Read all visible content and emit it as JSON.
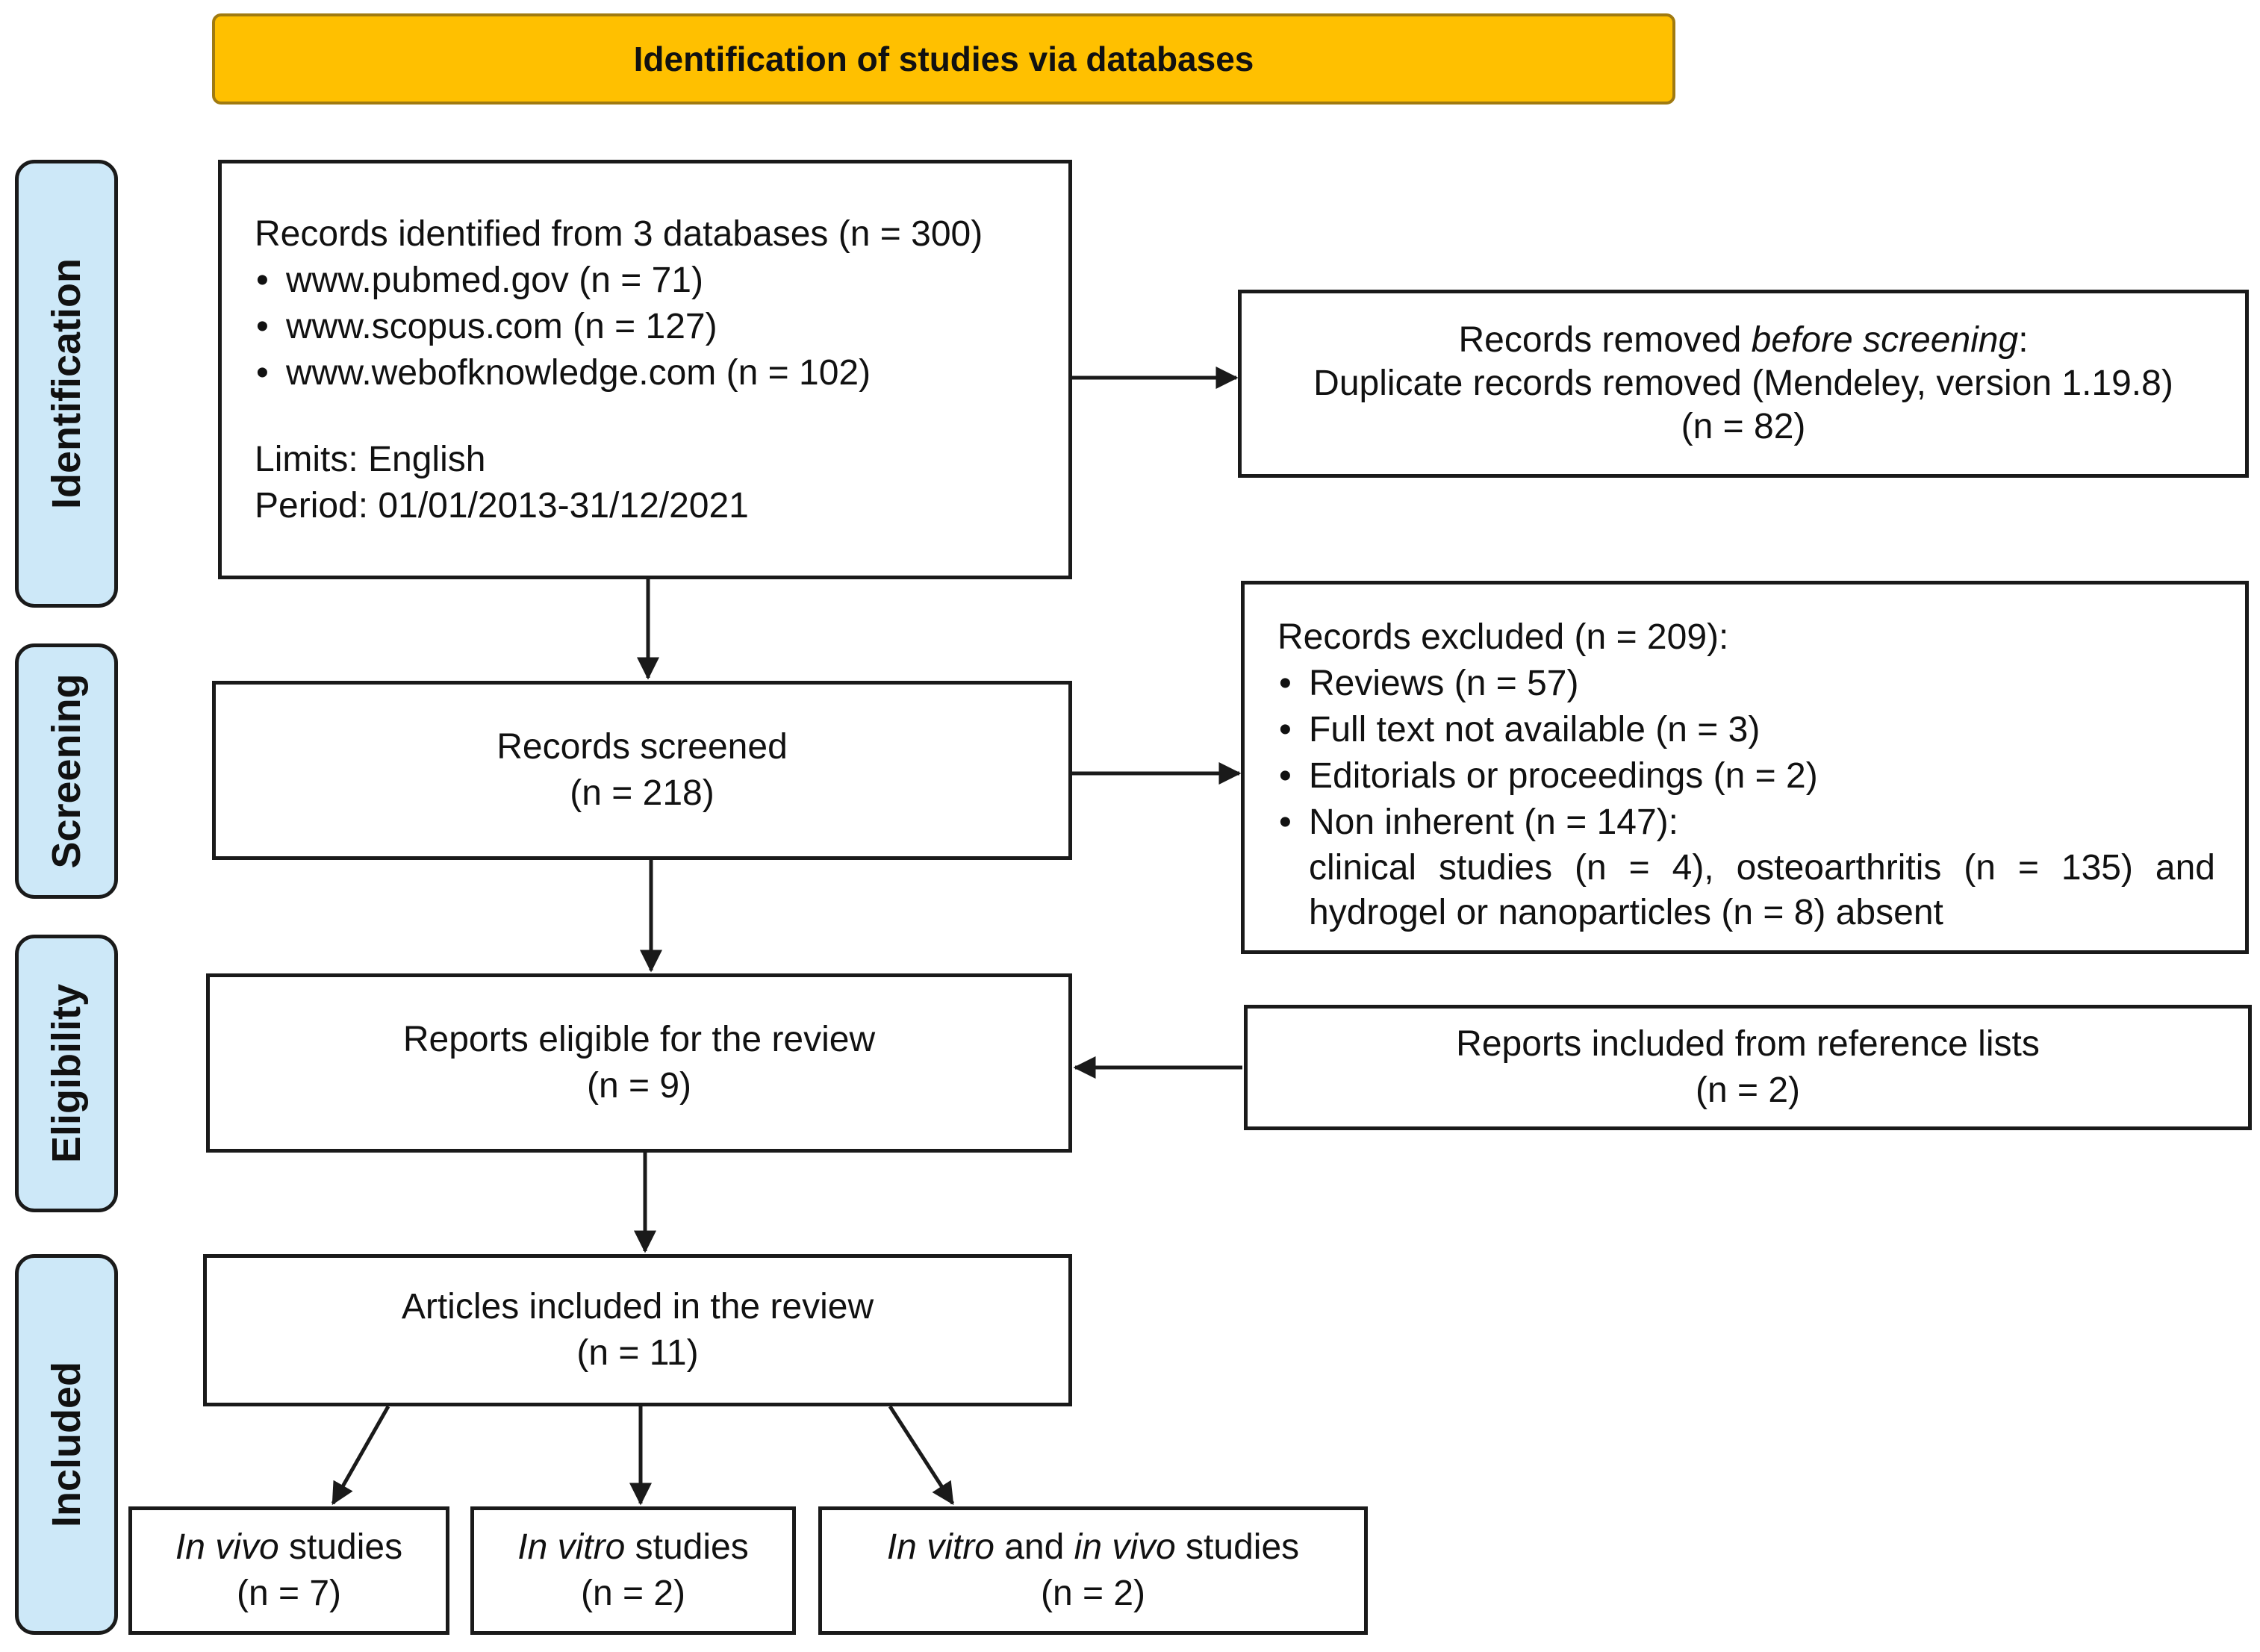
{
  "header": {
    "title": "Identification of studies via databases"
  },
  "phases": {
    "identification": "Identification",
    "screening": "Screening",
    "eligibility": "Eligibility",
    "included": "Included"
  },
  "records_identified": {
    "title": "Records identified from 3 databases (n = 300)",
    "sources": [
      "www.pubmed.gov (n = 71)",
      "www.scopus.com (n = 127)",
      "www.webofknowledge.com (n = 102)"
    ],
    "limits": "Limits: English",
    "period": "Period: 01/01/2013-31/12/2021"
  },
  "records_removed": {
    "label_prefix": "Records removed ",
    "label_italic": "before screening",
    "label_suffix": ":",
    "detail": "Duplicate records removed (Mendeley, version 1.19.8)",
    "count": "(n = 82)"
  },
  "records_screened": {
    "label": "Records screened",
    "count": "(n = 218)"
  },
  "records_excluded": {
    "title": "Records excluded (n = 209):",
    "items": [
      "Reviews (n = 57)",
      "Full text not available (n = 3)",
      "Editorials or proceedings (n = 2)",
      "Non inherent (n = 147):"
    ],
    "non_inherent_detail": "clinical studies (n = 4), osteoarthritis (n = 135) and hydrogel or nanoparticles (n = 8) absent"
  },
  "reports_eligible": {
    "label": "Reports eligible for the review",
    "count": "(n = 9)"
  },
  "reports_reference": {
    "label": "Reports included from reference lists",
    "count": "(n = 2)"
  },
  "articles_included": {
    "label": "Articles included in the review",
    "count": "(n = 11)"
  },
  "in_vivo": {
    "italic": "In vivo",
    "suffix": " studies",
    "count": "(n = 7)"
  },
  "in_vitro": {
    "italic": "In vitro",
    "suffix": " studies",
    "count": "(n = 2)"
  },
  "in_vitro_vivo": {
    "italic1": "In vitro",
    "middle": " and ",
    "italic2": "in vivo",
    "suffix": " studies",
    "count": "(n = 2)"
  },
  "colors": {
    "header": "#ffc000",
    "phase": "#cde8f8",
    "border": "#1a1a1a"
  }
}
